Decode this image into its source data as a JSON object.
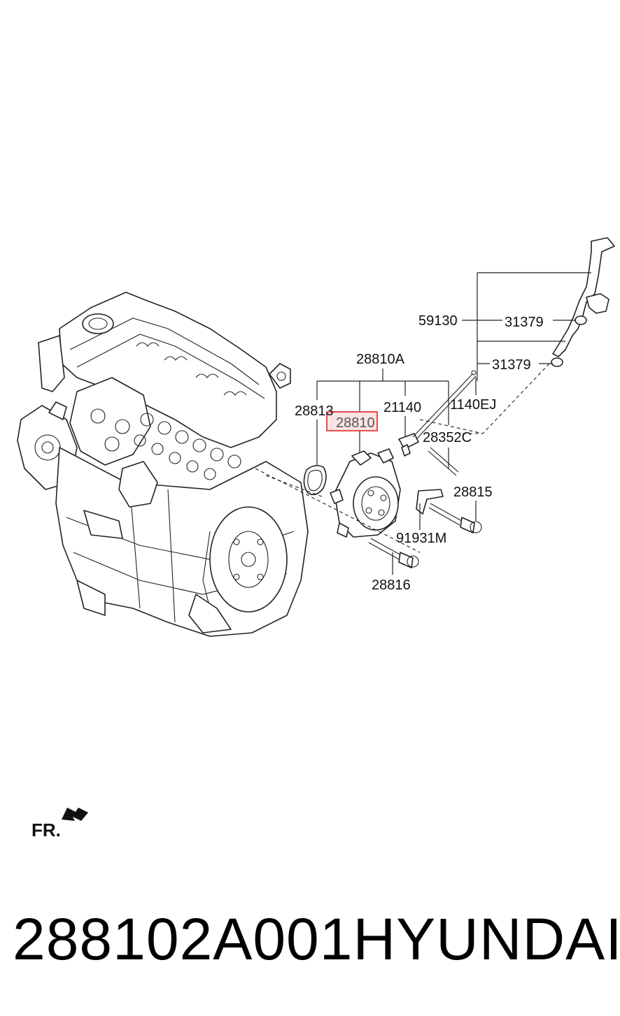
{
  "diagram": {
    "callouts": {
      "c59130": "59130",
      "c31379_a": "31379",
      "c31379_b": "31379",
      "c28810A": "28810A",
      "c28813": "28813",
      "c28810": "28810",
      "c21140": "21140",
      "c1140EJ": "1140EJ",
      "c28352C": "28352C",
      "c28815": "28815",
      "c91931M": "91931M",
      "c28816": "28816"
    },
    "highlighted_part": "28810",
    "highlight_color": "#e0262b",
    "direction_label": "FR."
  },
  "caption": {
    "part_number": "288102A001",
    "brand": "HYUNDAI"
  }
}
